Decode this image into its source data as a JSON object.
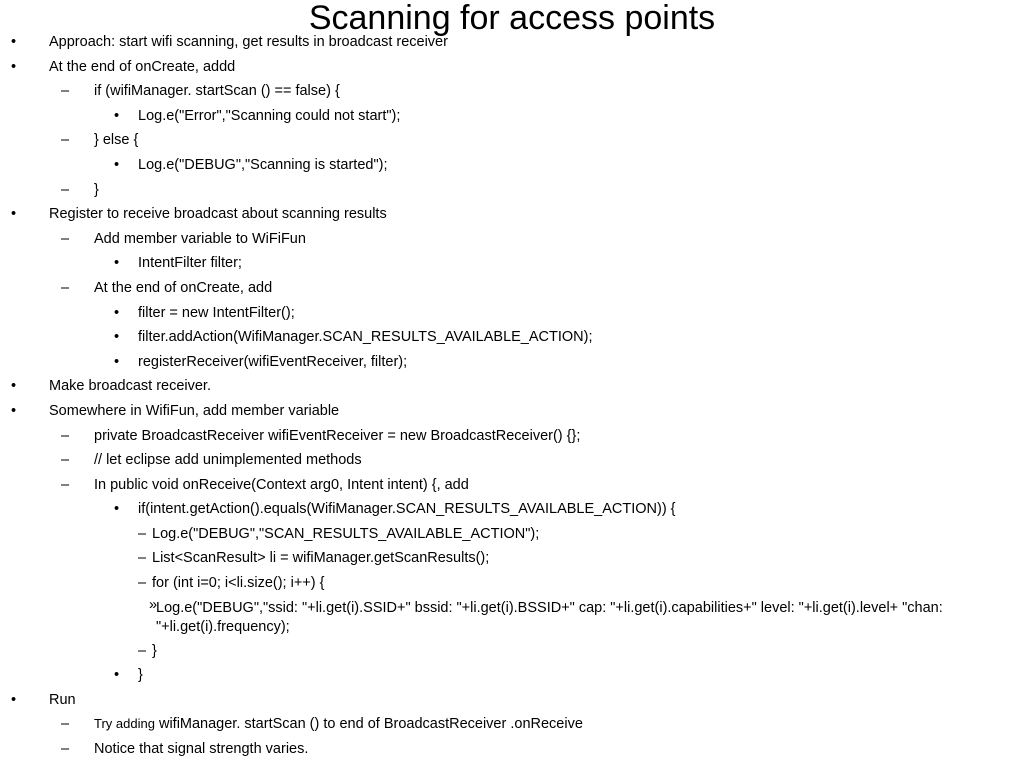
{
  "title": "Scanning for access points",
  "lines": [
    {
      "level": 1,
      "marker": "•",
      "text": "Approach: start wifi scanning, get results in broadcast receiver"
    },
    {
      "level": 1,
      "marker": "•",
      "text": "At the end of onCreate, addd"
    },
    {
      "level": 2,
      "marker": "–",
      "text": "if (wifiManager. startScan () == false) {"
    },
    {
      "level": 3,
      "marker": "•",
      "text": "Log.e(\"Error\",\"Scanning could not start\");"
    },
    {
      "level": 2,
      "marker": "–",
      "text": "} else {"
    },
    {
      "level": 3,
      "marker": "•",
      "text": "Log.e(\"DEBUG\",\"Scanning is started\");"
    },
    {
      "level": 2,
      "marker": "–",
      "text": "}"
    },
    {
      "level": 1,
      "marker": "•",
      "text": "Register to receive broadcast about scanning results"
    },
    {
      "level": 2,
      "marker": "–",
      "text": "Add member variable to WiFiFun"
    },
    {
      "level": 3,
      "marker": "•",
      "text": "IntentFilter filter;"
    },
    {
      "level": 2,
      "marker": "–",
      "text": "At the end of onCreate, add"
    },
    {
      "level": 3,
      "marker": "•",
      "text": "filter = new IntentFilter();"
    },
    {
      "level": 3,
      "marker": "•",
      "text": "filter.addAction(WifiManager.SCAN_RESULTS_AVAILABLE_ACTION);"
    },
    {
      "level": 3,
      "marker": "•",
      "text": "registerReceiver(wifiEventReceiver, filter);"
    },
    {
      "level": 1,
      "marker": "•",
      "text": "Make broadcast receiver."
    },
    {
      "level": 1,
      "marker": "•",
      "text": "Somewhere in WifiFun, add member variable"
    },
    {
      "level": 2,
      "marker": "–",
      "text": "private BroadcastReceiver wifiEventReceiver = new BroadcastReceiver() {};"
    },
    {
      "level": 2,
      "marker": "–",
      "text": "// let eclipse add unimplemented methods"
    },
    {
      "level": 2,
      "marker": "–",
      "text": "In public void onReceive(Context arg0, Intent intent) {, add"
    },
    {
      "level": 3,
      "marker": "•",
      "text": "if(intent.getAction().equals(WifiManager.SCAN_RESULTS_AVAILABLE_ACTION)) {"
    },
    {
      "level": 4,
      "marker": "–",
      "text": "Log.e(\"DEBUG\",\"SCAN_RESULTS_AVAILABLE_ACTION\");"
    },
    {
      "level": 4,
      "marker": "–",
      "text": "List<ScanResult> li = wifiManager.getScanResults();"
    },
    {
      "level": 4,
      "marker": "–",
      "text": "for (int i=0; i<li.size(); i++) {"
    },
    {
      "level": 5,
      "marker": "»",
      "text": "Log.e(\"DEBUG\",\"ssid: \"+li.get(i).SSID+\" bssid: \"+li.get(i).BSSID+\" cap: \"+li.get(i).capabilities+\" level: \"+li.get(i).level+ \"chan: \"+li.get(i).frequency);"
    },
    {
      "level": 4,
      "marker": "–",
      "text": "}"
    },
    {
      "level": 3,
      "marker": "•",
      "text": "}"
    },
    {
      "level": 1,
      "marker": "•",
      "text": "Run"
    },
    {
      "level": 2,
      "marker": "–",
      "text_small": "Try adding",
      "text": " wifiManager. startScan ()  to end of BroadcastReceiver .onReceive"
    },
    {
      "level": 2,
      "marker": "–",
      "text": "Notice that signal strength varies."
    }
  ]
}
